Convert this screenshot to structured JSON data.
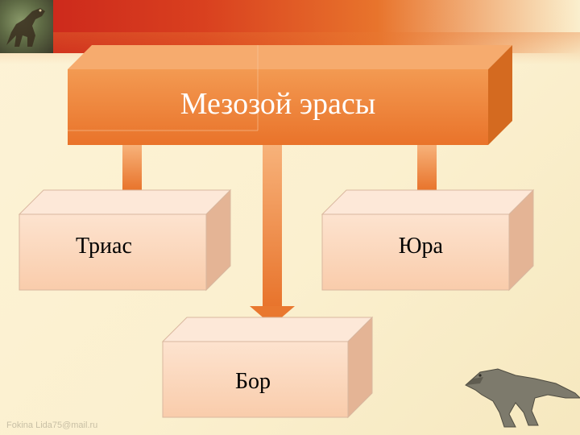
{
  "diagram": {
    "root": {
      "label": "Мезозой эрасы"
    },
    "children": [
      {
        "id": "trias",
        "label": "Триас"
      },
      {
        "id": "bor",
        "label": "Бор"
      },
      {
        "id": "yura",
        "label": "Юра"
      }
    ]
  },
  "footer": {
    "watermark": "Fokina Lida75@mail.ru"
  },
  "colors": {
    "root_front": "#f08a3c",
    "root_top": "#f5a363",
    "root_side": "#d0661e",
    "child_front": "#fcd8bf",
    "child_top": "#fde6d6",
    "child_side": "#e8b89a",
    "arrow": "#f08a3c",
    "header_band": "#c9221b"
  }
}
